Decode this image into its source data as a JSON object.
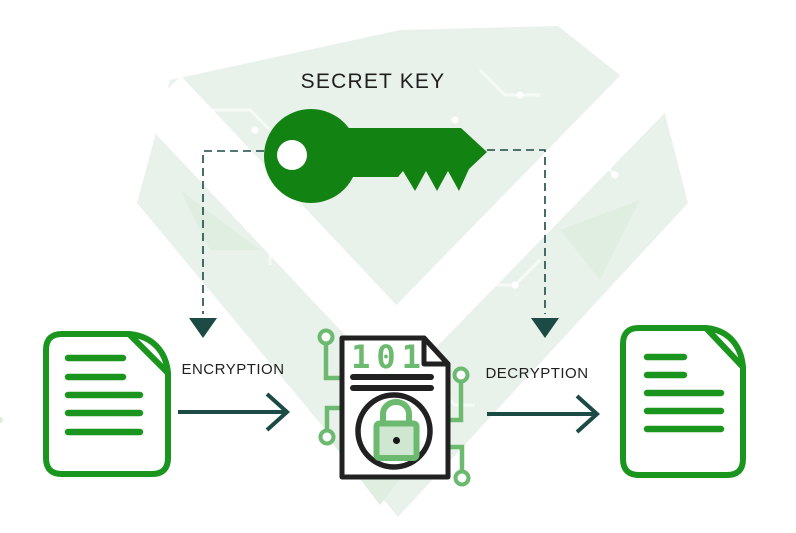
{
  "diagram": {
    "secret_key_label": "SECRET KEY",
    "encryption_label": "ENCRYPTION",
    "decryption_label": "DECRYPTION",
    "binary_label": "101",
    "colors": {
      "key_green": "#128312",
      "document_green": "#1a961e",
      "circuit_green": "#6cba6f",
      "arrow_teal": "#1c4a45",
      "outline_black": "#212121",
      "label_text": "#1f1f1f",
      "watermark_green": "#e9f2ea"
    }
  }
}
